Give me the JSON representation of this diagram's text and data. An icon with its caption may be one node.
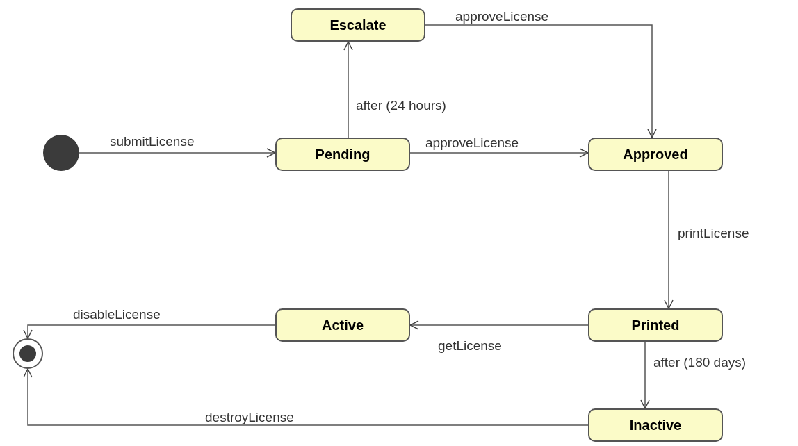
{
  "diagram": {
    "nodes": [
      {
        "text": [],
        "shape": "circle"
      },
      {
        "text": [
          "Escalate"
        ]
      },
      {
        "text": [
          "Pending"
        ]
      },
      {
        "text": [
          "Approved"
        ]
      },
      {
        "text": [
          "Printed"
        ]
      },
      {
        "text": [
          "Active"
        ]
      },
      {
        "text": [
          "Inactive"
        ]
      },
      {
        "text": [],
        "shape": "bullseye"
      }
    ],
    "edges": [
      {
        "from": 0,
        "to": 2,
        "arrow": "to",
        "label": "submitLicense"
      },
      {
        "from": 2,
        "to": 1,
        "arrow": "to",
        "label": "after (24 hours)"
      },
      {
        "from": 1,
        "to": 3,
        "arrow": "to",
        "label": "approveLicense"
      },
      {
        "from": 2,
        "to": 3,
        "arrow": "to",
        "label": "approveLicense"
      },
      {
        "from": 3,
        "to": 4,
        "arrow": "to",
        "label": "printLicense"
      },
      {
        "from": 4,
        "to": 5,
        "arrow": "to",
        "label": "getLicense"
      },
      {
        "from": 5,
        "to": 7,
        "arrow": "to",
        "label": "disableLicense"
      },
      {
        "from": 4,
        "to": 6,
        "arrow": "to",
        "label": "after (180 days)"
      },
      {
        "from": 6,
        "to": 7,
        "arrow": "to",
        "label": "destroyLicense"
      }
    ]
  }
}
